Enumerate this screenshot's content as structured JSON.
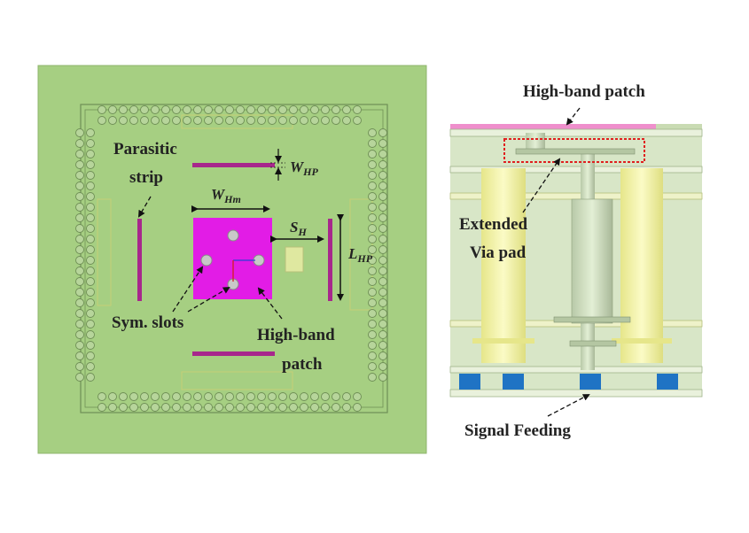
{
  "left_panel": {
    "labels": {
      "parasitic_line1": "Parasitic",
      "parasitic_line2": "strip",
      "w_hp_main": "W",
      "w_hp_sub": "HP",
      "w_hm_main": "W",
      "w_hm_sub": "Hm",
      "s_h_main": "S",
      "s_h_sub": "H",
      "l_hp_main": "L",
      "l_hp_sub": "HP",
      "sym_slots": "Sym. slots",
      "high_band_line1": "High-band",
      "high_band_line2": "patch"
    }
  },
  "right_panel": {
    "labels": {
      "high_band_patch": "High-band patch",
      "extended_line1": "Extended",
      "extended_line2": "Via pad",
      "signal_feeding": "Signal Feeding"
    }
  },
  "colors": {
    "board": "#a6cf82",
    "patch": "#e21ce6",
    "strip": "#a7278c",
    "via_fill": "#ecec9c",
    "feed": "#1f73c4",
    "dashed_box": "#e02020"
  }
}
